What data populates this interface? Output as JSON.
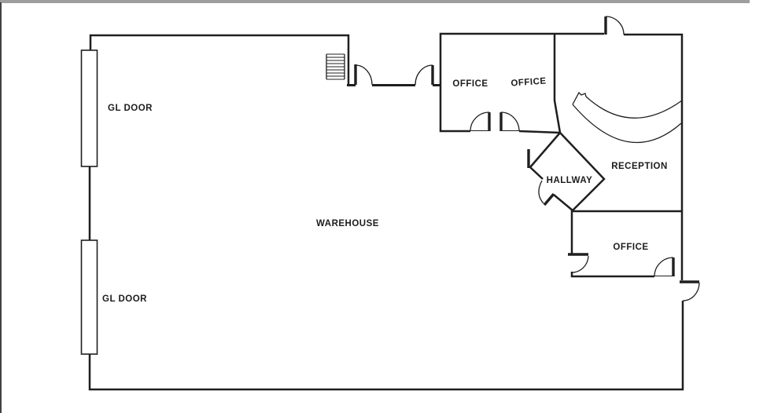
{
  "labels": {
    "gl_door_top": "GL DOOR",
    "gl_door_bottom": "GL DOOR",
    "warehouse": "WAREHOUSE",
    "office_top_left": "OFFICE",
    "office_top_right": "OFFICE",
    "reception": "RECEPTION",
    "hallway": "HALLWAY",
    "office_bottom": "OFFICE"
  },
  "colors": {
    "wall": "#1f1f1f",
    "label_text": "#1c1c1c",
    "background": "#ffffff",
    "scrollbar_track": "#9e9e9e",
    "window_border": "#424242"
  }
}
